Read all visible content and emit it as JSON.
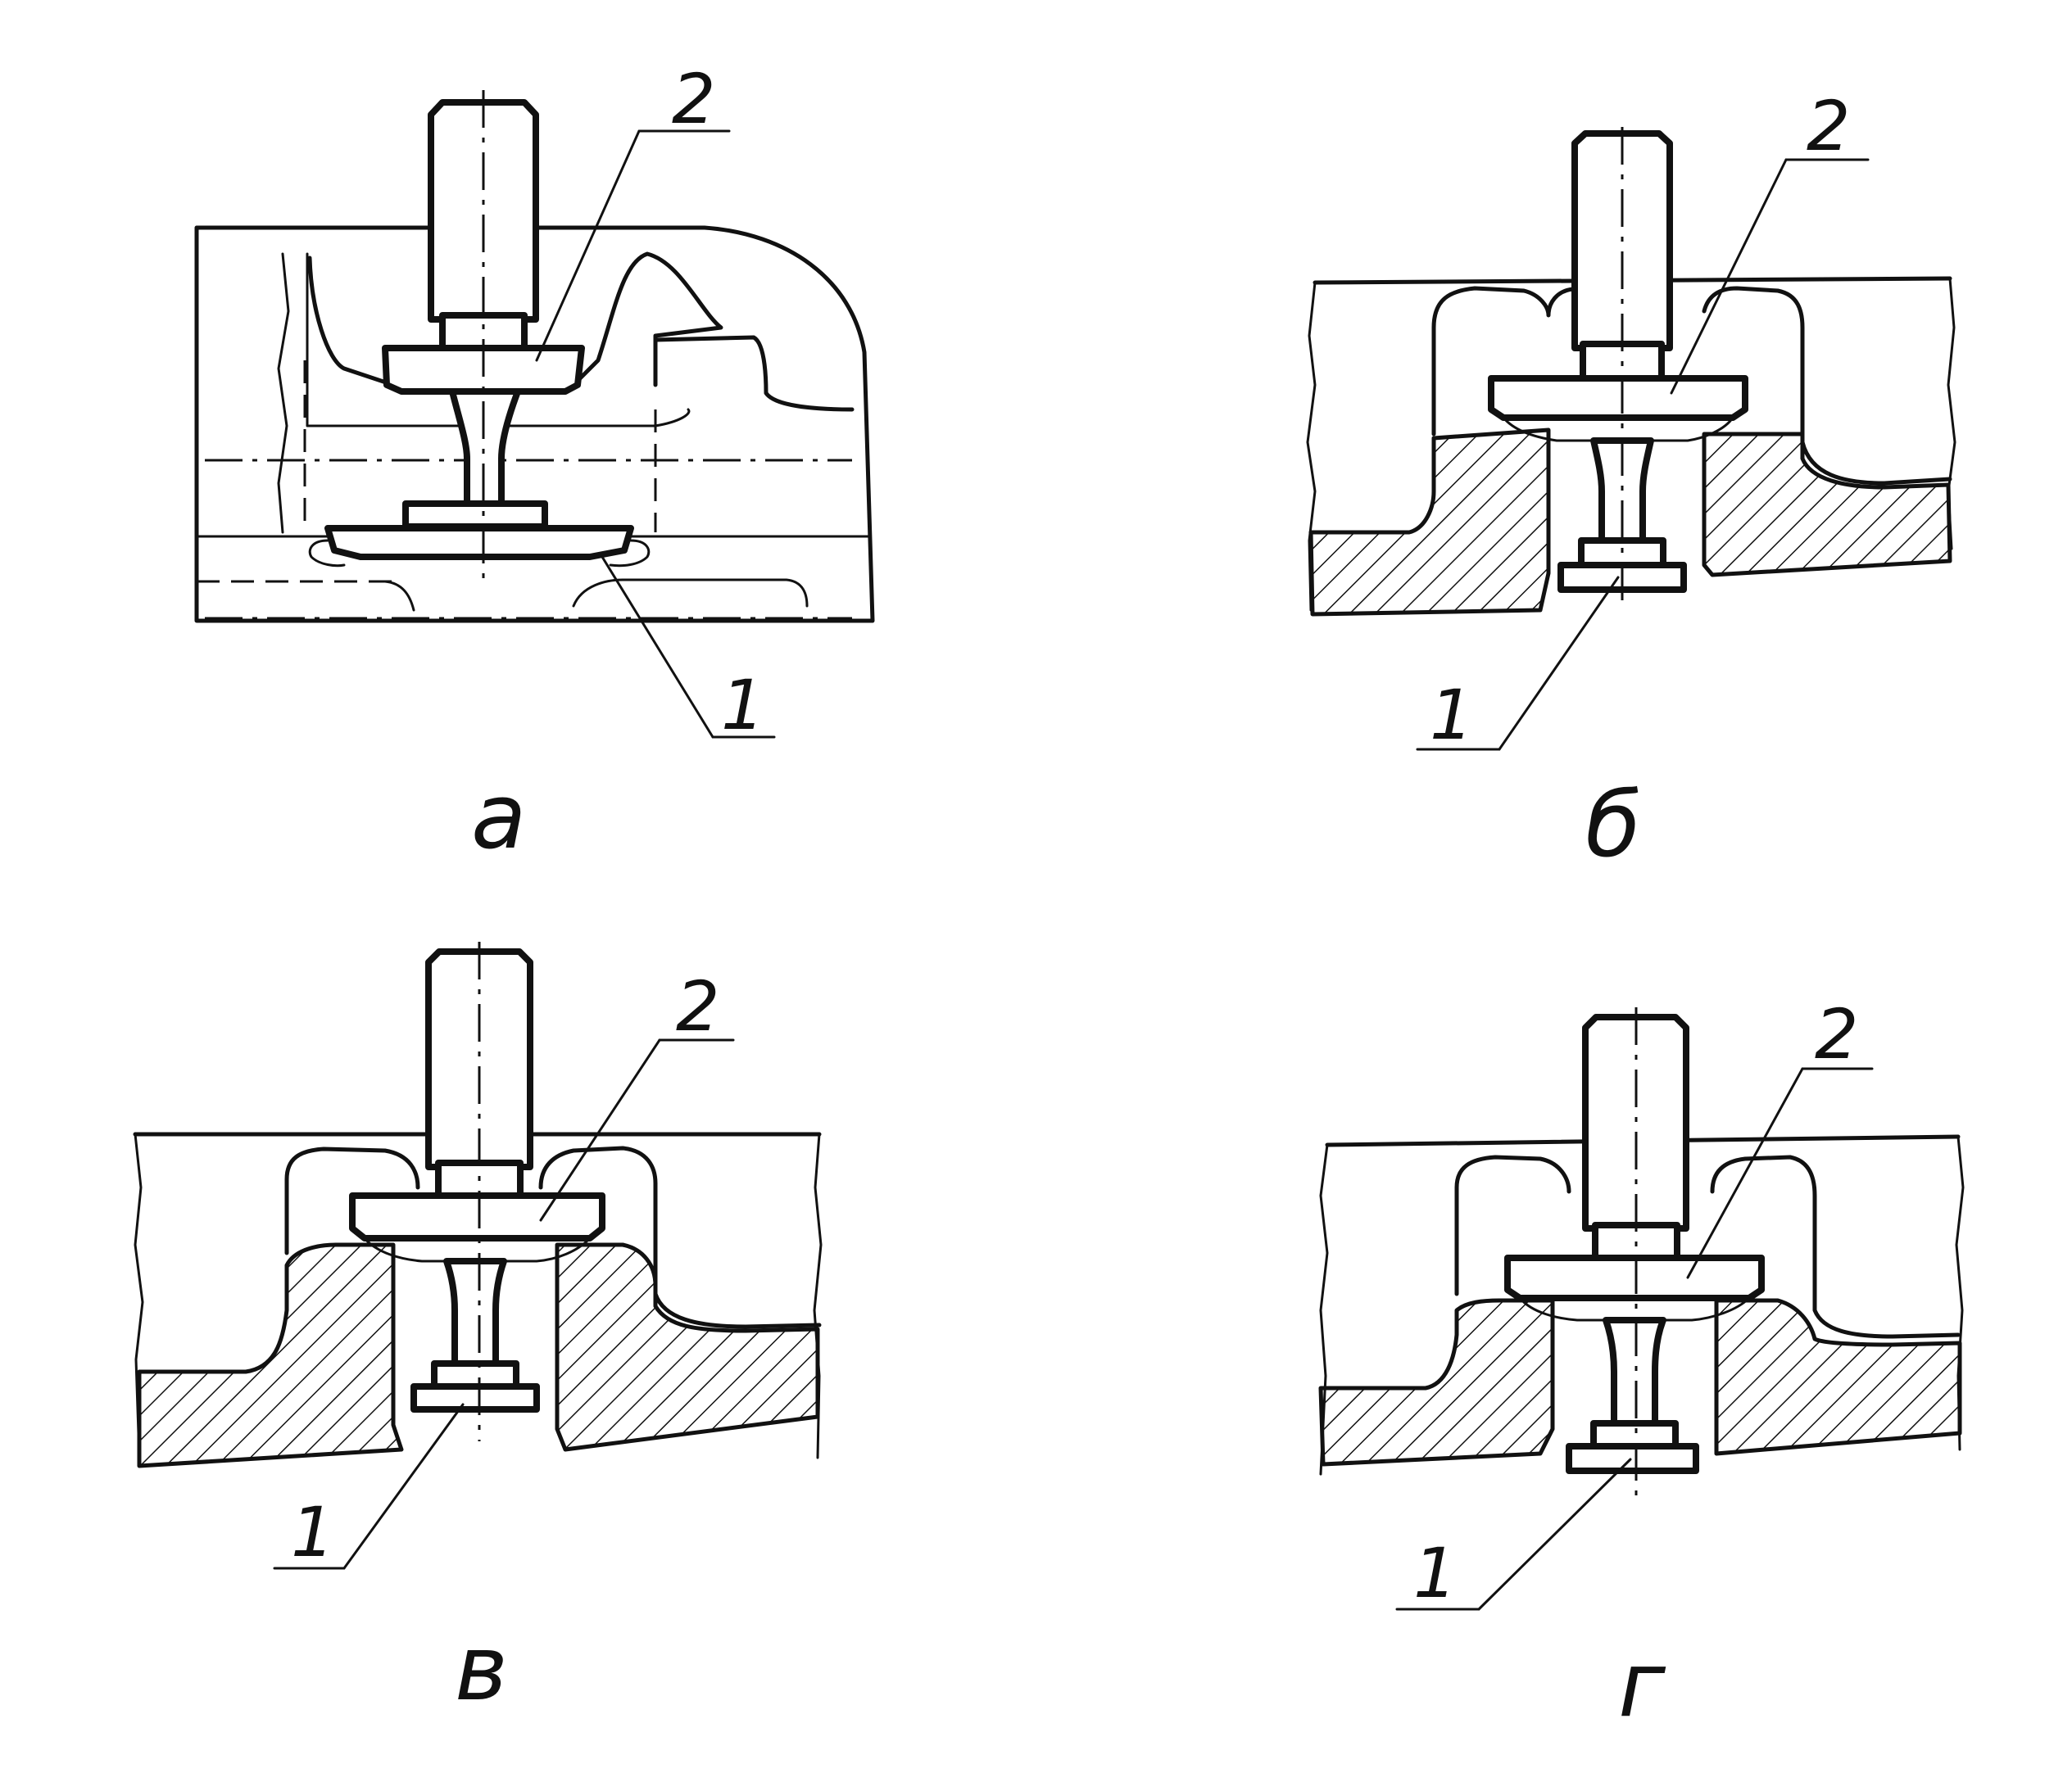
{
  "figure": {
    "panels": [
      {
        "id": "a",
        "caption": "а",
        "callout_1": "1",
        "callout_2": "2"
      },
      {
        "id": "b",
        "caption": "б",
        "callout_1": "1",
        "callout_2": "2"
      },
      {
        "id": "v",
        "caption": "в",
        "callout_1": "1",
        "callout_2": "2"
      },
      {
        "id": "g",
        "caption": "г",
        "callout_1": "1",
        "callout_2": "2"
      }
    ]
  }
}
